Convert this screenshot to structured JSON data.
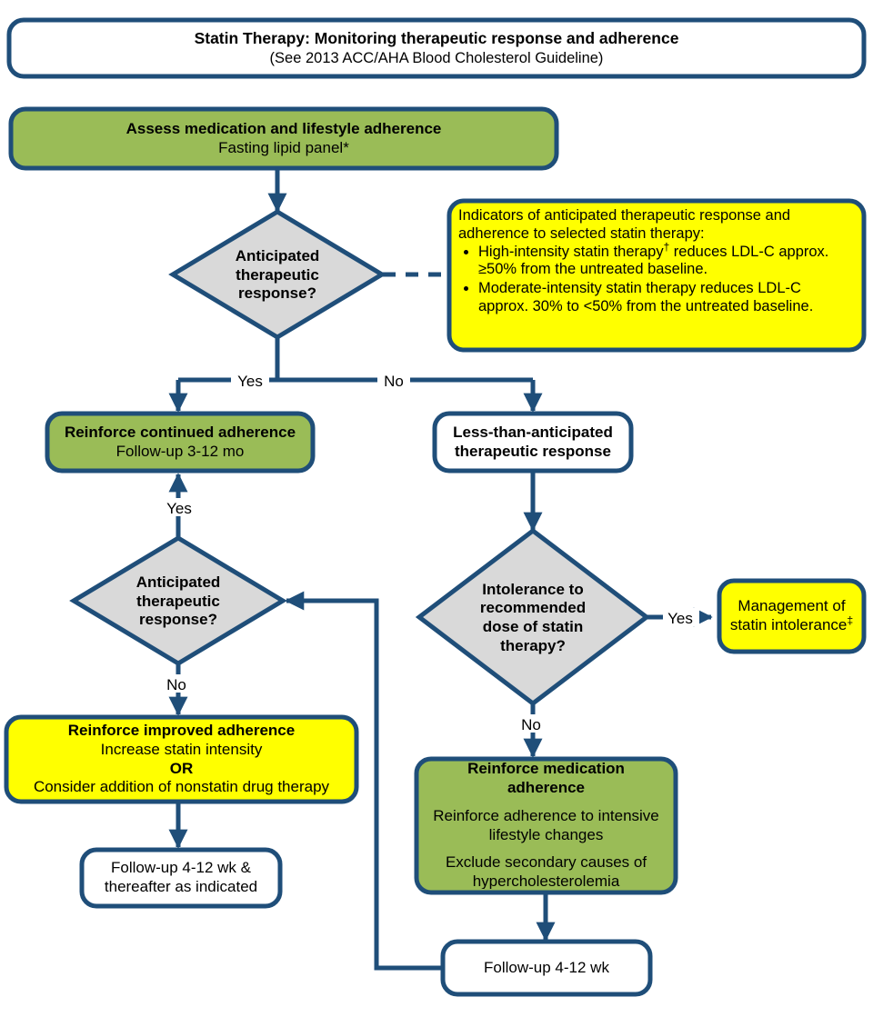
{
  "document": {
    "title_line1": "Statin Therapy: Monitoring therapeutic response and adherence",
    "title_line2": "(See 2013 ACC/AHA Blood Cholesterol Guideline)"
  },
  "colors": {
    "border": "#1F4E79",
    "green": "#9ABC57",
    "yellow": "#FFFF00",
    "gray": "#D9D9D9",
    "white": "#FFFFFF",
    "text": "#000000"
  },
  "nodes": {
    "assess": {
      "line1": "Assess medication and lifestyle adherence",
      "line2": "Fasting lipid panel*",
      "fill": "green",
      "shape": "rounded-rect"
    },
    "decision_response_1": {
      "line1": "Anticipated",
      "line2": "therapeutic",
      "line3": "response?",
      "fill": "gray",
      "shape": "diamond"
    },
    "indicators": {
      "intro_line1": "Indicators of anticipated therapeutic response and",
      "intro_line2": "adherence to selected statin therapy:",
      "bullet1_part1": "High-intensity statin therapy",
      "bullet1_dagger": "†",
      "bullet1_part2": " reduces LDL-C approx. ≥50% from the untreated baseline.",
      "bullet2": "Moderate-intensity statin therapy reduces LDL-C approx. 30% to <50% from the untreated baseline.",
      "fill": "yellow",
      "shape": "rounded-rect"
    },
    "reinforce_continued": {
      "line1": "Reinforce continued adherence",
      "line2": "Follow-up 3-12 mo",
      "fill": "green",
      "shape": "rounded-rect"
    },
    "less_than_anticipated": {
      "line1": "Less-than-anticipated",
      "line2": "therapeutic response",
      "fill": "white",
      "shape": "rounded-rect"
    },
    "decision_response_2": {
      "line1": "Anticipated",
      "line2": "therapeutic",
      "line3": "response?",
      "fill": "gray",
      "shape": "diamond"
    },
    "decision_intolerance": {
      "line1": "Intolerance to",
      "line2": "recommended",
      "line3": "dose of statin",
      "line4": "therapy?",
      "fill": "gray",
      "shape": "diamond"
    },
    "management_intolerance": {
      "line1": "Management of",
      "line2_part1": "statin intolerance",
      "line2_dagger": "‡",
      "fill": "yellow",
      "shape": "rounded-rect"
    },
    "reinforce_improved": {
      "line1": "Reinforce improved adherence",
      "line2": "Increase statin intensity",
      "line3": "OR",
      "line4": "Consider addition of nonstatin drug therapy",
      "fill": "yellow",
      "shape": "rounded-rect"
    },
    "reinforce_medication": {
      "line1": "Reinforce medication",
      "line2": "adherence",
      "line3": "Reinforce adherence to intensive",
      "line4": "lifestyle changes",
      "line5": "Exclude secondary causes of",
      "line6": "hypercholesterolemia",
      "fill": "green",
      "shape": "rounded-rect"
    },
    "followup_left": {
      "line1": "Follow-up 4-12 wk &",
      "line2": "thereafter as indicated",
      "fill": "white",
      "shape": "rounded-rect"
    },
    "followup_bottom": {
      "line1": "Follow-up 4-12 wk",
      "fill": "white",
      "shape": "rounded-rect"
    }
  },
  "edge_labels": {
    "d1_yes": "Yes",
    "d1_no": "No",
    "d2_yes": "Yes",
    "d2_no": "No",
    "d3_yes": "Yes",
    "d3_no": "No"
  }
}
